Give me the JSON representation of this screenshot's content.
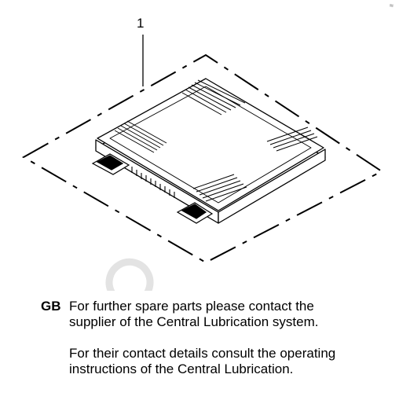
{
  "figure": {
    "callout_number": "1",
    "corner_mark": "≈"
  },
  "watermark": {
    "text": "BIBOH",
    "color": "#e6e6e6"
  },
  "note": {
    "language_code": "GB",
    "paragraph1_line1": "For further spare parts please contact the",
    "paragraph1_line2": "supplier of the Central Lubrication system.",
    "paragraph2_line1": "For their contact details consult the operating",
    "paragraph2_line2": "instructions of the Central Lubrication."
  }
}
